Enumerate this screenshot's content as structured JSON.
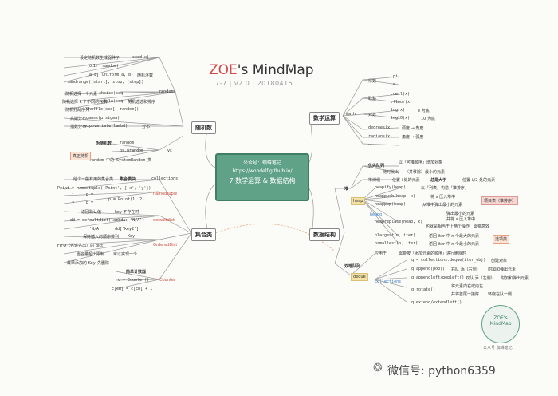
{
  "title": {
    "z": "ZOE",
    "rest": "'s MindMap",
    "version": "7-7 | v2.0 | 20180415"
  },
  "center": {
    "line1": "公众号：蜘蛛笔记",
    "line2": "https://woodelf.github.io/",
    "line3": "7 数学运算 & 数据结构"
  },
  "random": {
    "branch": "随机数",
    "label": "random",
    "items": [
      {
        "desc": "设定随机数生成器种子",
        "code": "seed(x)"
      },
      {
        "desc": "[0,1)",
        "code": "random()"
      },
      {
        "desc": "[a, b]",
        "code": "uniform(a, b)",
        "note": "随机浮数"
      },
      {
        "desc": "",
        "code": "randrange([start], stop, [step])"
      },
      {
        "desc": "随机选择一个元素",
        "code": "choice(seq)"
      },
      {
        "desc": "随机选择 k 个不同的元素",
        "code": "sample(seq, k)",
        "note": "随机选选和排序"
      },
      {
        "desc": "随机打乱序列",
        "code": "shuffle(seq[, random])"
      },
      {
        "desc": "高斯分布",
        "code": "gauss(μ,sigma)"
      },
      {
        "desc": "指数分布",
        "code": "expovariate(lambd)",
        "note": "分布"
      }
    ],
    "pseudo": "伪随机数",
    "os": "os.urandom",
    "sys": "random 中的 SystemRandom 类",
    "truerandom": "真正随机",
    "rnd": "random",
    "vs": "vs"
  },
  "collections_left": {
    "branch": "集合类",
    "module": "collections",
    "nt_title": "给个一般有用的集合类",
    "nt_label": "集合模块",
    "nt_code": "Point = namedtuple('Point', ['x', 'y'])",
    "nt_tag": "namedtuple",
    "nt1": "1",
    "nt1v": "P.Y",
    "nt_p": "p = Point(1, 2)",
    "nt2": "2",
    "nt2v": "P.Y",
    "dd_default": "返回默认值",
    "dd_key": "key 不存在时",
    "dd_code": "dd = defaultdict(lambda: 'N/A')",
    "dd_tag": "defaultdict",
    "dd_a": "'N/A'",
    "dd_b": "dd['key2']",
    "od_order": "保持插入的顺序排列",
    "od_key": "Key",
    "od_fifo": "FIFO（先进先出）的 dict",
    "od_tag": "OrderedDict",
    "od_cap": "当容量超出限制",
    "od_del": "可以实现一个",
    "od_old": "最早添加的 Key",
    "od_del2": "先删除",
    "ct_title": "简单计数器",
    "ct_code": "c = Counter()",
    "ct_tag": "Counter",
    "ct_code2": "c[ch] = c[ch] + 1"
  },
  "math": {
    "branch": "数学运算",
    "label": "math",
    "const": "常数",
    "pi": ".pi",
    "e": ".e",
    "round": "取整",
    "ceil": ".ceil(x)",
    "floor": ".floor(x)",
    "log": "对数",
    "logx": "log(x)",
    "loge": "e 为底",
    "log10": "log10(x)",
    "log10d": "10 为底",
    "deg": "degrees(x)",
    "degd": "弧度 → 角度",
    "rad": "radians(x)",
    "radd": "角度 → 弧度",
    "more": "..."
  },
  "ds": {
    "branch": "数据结构",
    "heap": "堆",
    "heapq_label": "heap",
    "heapq_mod": "heapq",
    "pq": "优先队列",
    "pq1": "以『可堆顺序』增加对象",
    "pq2": "随时找出",
    "pq3": "（并移除）最小的元素",
    "tree": "堆树组",
    "tree1": "位置 i 处的元素",
    "tree2": "总是大于",
    "tree3": "位置 i//2 处的元素",
    "heapify": "heapify(heap)",
    "heapify_d": "以『列表』构造『堆排序』",
    "heappush": "heappush(heap, x)",
    "heappush_d": "将 x 压入堆中",
    "heappop": "heappop(heap)",
    "heappop_d": "从堆中弹出最小的元素",
    "heapreplace": "heapreplace(heap, x)",
    "heapreplace_d1": "弹出最小的元素",
    "heapreplace_d2": "并将 x 压入堆中",
    "heapreplace_d3": "也就是相当于上两个操作",
    "heapreplace_d4": "需要高效",
    "nlargest": "nlargest(n, iter)",
    "nlargest_d": "返回 iter 中 n 个最大的元素",
    "nsmallest": "nsmallest(n, iter)",
    "nsmallest_d": "返回 iter 中 n 个最小的元素",
    "note_sort": "项目表（堆排序）",
    "note_sel": "选项类",
    "deque": "双端队列",
    "deque_mod": "deque",
    "deque_col": "collections",
    "deque_use": "应用于",
    "deque_use2": "需要按『添加元素的顺序』进行删除时",
    "d_create": "q = collections.deque(iter_obj)",
    "d_create_d": "创建对象",
    "d_app": "q.append(pop)()",
    "d_app_d": "右队 添（右侧）",
    "d_app_d2": "附加和弹出元素",
    "d_appl": "q.appendleft/popleft()",
    "d_appl_d": "双队 添（左侧）",
    "d_appl_d2": "附加和弹出元素",
    "d_rot": "q.rotate()",
    "d_rot_d1": "将元素向右或向左",
    "d_rot_d2": "并将首尾一接好",
    "d_rot_d3": "环绕在队一侧",
    "d_ext": "q.extend/extendleft()"
  },
  "logo": {
    "line1": "ZOE's",
    "line2": "MindMap",
    "sign": "公众号 蜘蛛笔记"
  },
  "watermark": "微信号: python6359",
  "colors": {
    "center": "#5fa287",
    "accent_red": "#d24a4a",
    "accent_blue": "#3a7bc8"
  }
}
